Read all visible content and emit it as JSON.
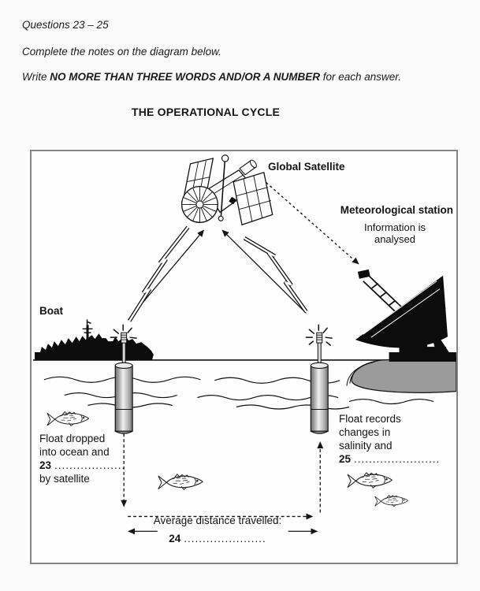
{
  "page": {
    "questions_range": "Questions 23 – 25",
    "instruction": "Complete the notes on the diagram below.",
    "write_prefix": "Write ",
    "write_bold": "NO MORE THAN THREE WORDS AND/OR A NUMBER",
    "write_suffix": " for each answer.",
    "title": "THE OPERATIONAL CYCLE"
  },
  "diagram": {
    "satellite_label": "Global Satellite",
    "met_station_label": "Meteorological station",
    "met_info_line1": "Information is",
    "met_info_line2": "analysed",
    "boat_label": "Boat",
    "float_left": {
      "line1": "Float dropped",
      "line2": "into ocean and",
      "q_number": "23",
      "q_dots": "...................",
      "line3": "by satellite"
    },
    "float_right": {
      "line1": "Float records",
      "line2": "changes in",
      "line3": "salinity and",
      "q_number": "25",
      "q_dots": "......................."
    },
    "distance": {
      "label": "Average distance travelled:",
      "q_number": "24",
      "q_dots": "......................"
    }
  },
  "colors": {
    "ink": "#151515",
    "land_gray": "#9b9b9b",
    "border_gray": "#858585"
  }
}
